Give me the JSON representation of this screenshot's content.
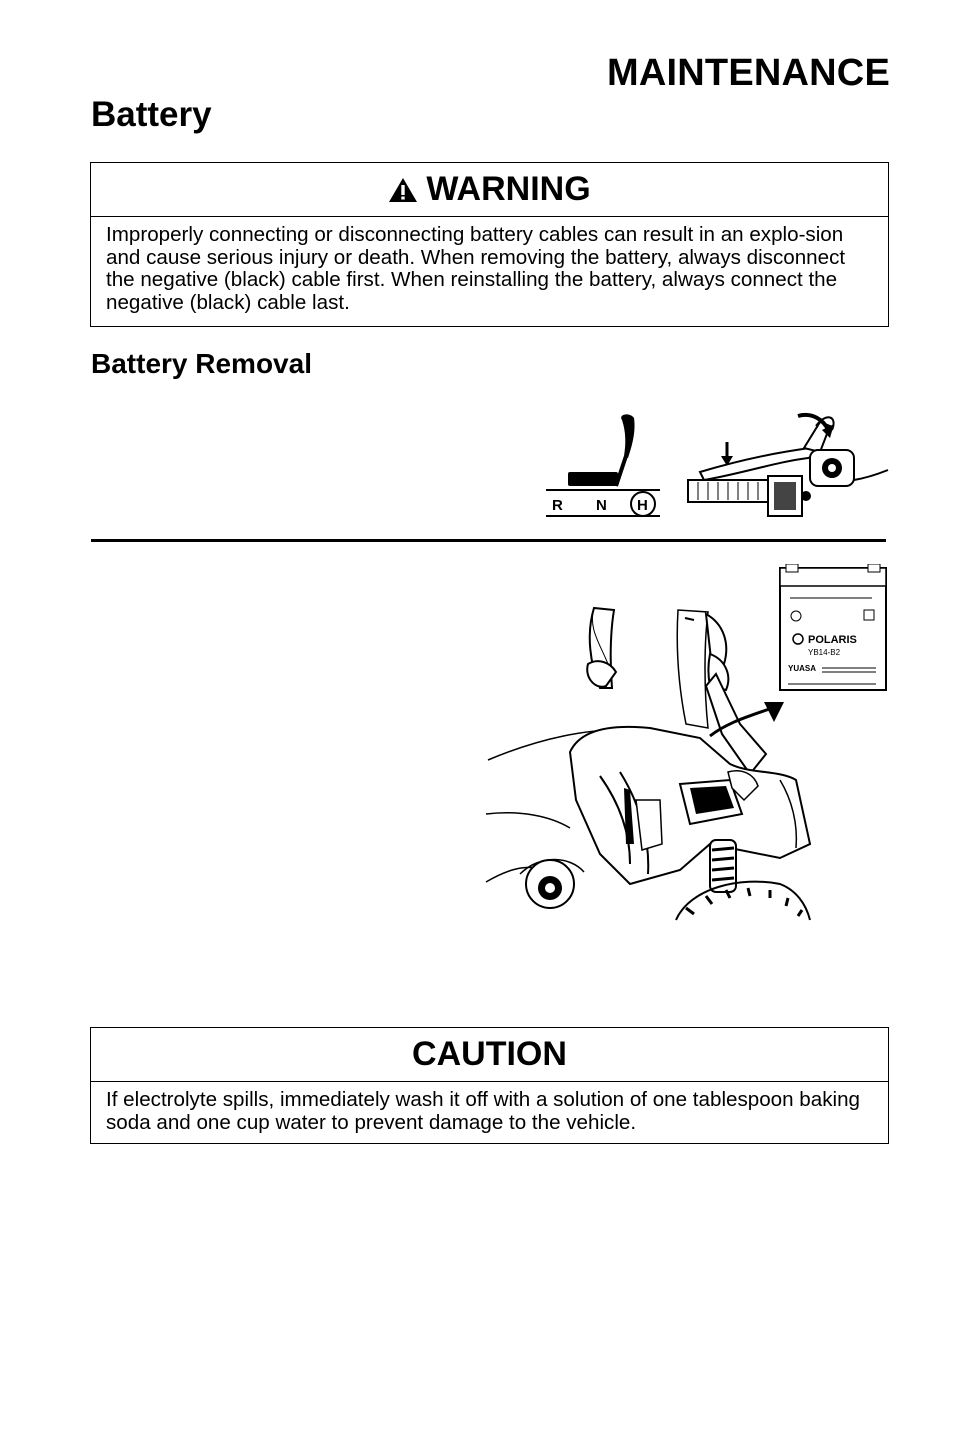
{
  "header": {
    "section": "MAINTENANCE",
    "title": "Battery"
  },
  "warning": {
    "icon": "warning-triangle-icon",
    "heading": "WARNING",
    "text": "Improperly connecting or disconnecting battery cables can result in an explo-sion and cause serious injury or death. When removing the battery, always disconnect the negative (black) cable first. When reinstalling the battery, always connect the negative (black) cable last."
  },
  "battery_removal": {
    "heading": "Battery Removal",
    "gear_positions": [
      "R",
      "N",
      "H"
    ]
  },
  "battery_label": {
    "brand": "POLARIS",
    "model": "YB14-B2",
    "maker": "YUASA"
  },
  "caution": {
    "heading": "CAUTION",
    "text": "If electrolyte spills, immediately wash it off with a solution of one tablespoon baking soda and one cup water to prevent damage to the vehicle."
  }
}
